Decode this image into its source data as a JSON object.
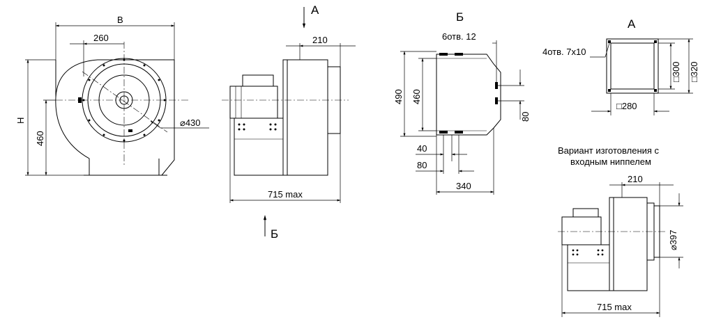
{
  "front_view": {
    "width_label": "B",
    "height_label": "H",
    "dim_260": "260",
    "dim_460": "460",
    "dim_430": "⌀430"
  },
  "side_view": {
    "view_a_label": "A",
    "view_b_label": "Б",
    "dim_210": "210",
    "dim_715": "715 max"
  },
  "bottom_view": {
    "title": "Б",
    "holes_label": "6отв. 12",
    "dim_490": "490",
    "dim_460": "460",
    "dim_80_right": "80",
    "dim_40": "40",
    "dim_80": "80",
    "dim_340": "340"
  },
  "outlet_view": {
    "title": "А",
    "holes_label": "4отв. 7х10",
    "dim_300": "□300",
    "dim_320": "□320",
    "dim_280": "□280"
  },
  "variant_view": {
    "caption_line1": "Вариант изготовления с",
    "caption_line2": "входным ниппелем",
    "dim_210": "210",
    "dim_397": "⌀397",
    "dim_715": "715 max"
  }
}
